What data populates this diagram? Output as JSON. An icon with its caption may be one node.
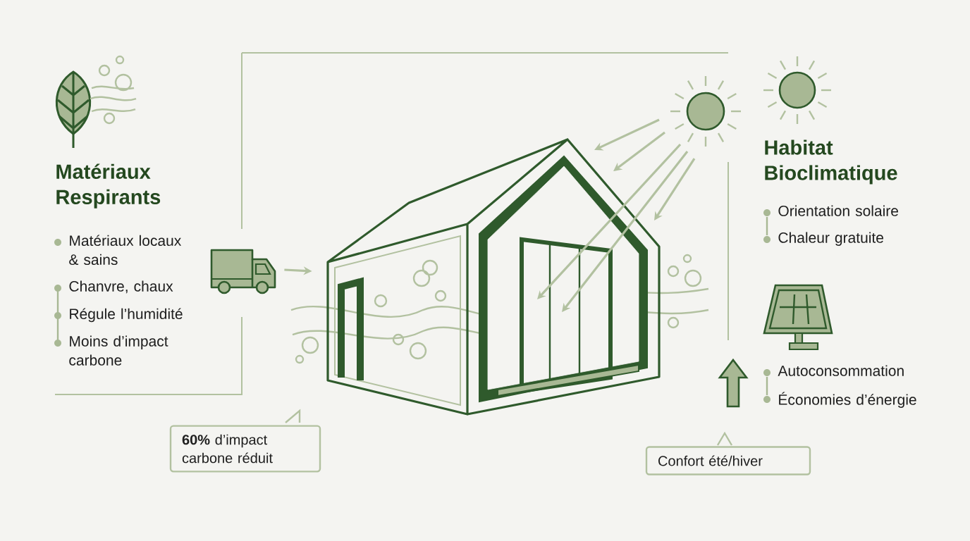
{
  "diagram": {
    "nodes": [
      {
        "text": [],
        "shape": "picture"
      },
      {
        "text": [],
        "shape": "picture"
      },
      {
        "text": [],
        "shape": "circle"
      },
      {
        "text": [
          "**60%** d’impact carbone réduit"
        ]
      },
      {
        "text": [
          "Confort été/hiver"
        ]
      }
    ],
    "edges": [
      {
        "from": 0,
        "to": 1,
        "arrow": "to"
      },
      {
        "from": 2,
        "to": 1,
        "arrow": "to"
      },
      {
        "from": 2,
        "to": 1,
        "arrow": "to"
      },
      {
        "from": 2,
        "to": 1,
        "arrow": "to"
      },
      {
        "from": 2,
        "to": 1,
        "arrow": "to"
      },
      {
        "from": 2,
        "to": 1,
        "arrow": "to"
      }
    ],
    "labels": [
      "Matériaux Respirants",
      "Matériaux locaux & sains",
      "Chanvre, chaux",
      "Régule l’humidité",
      "Moins d’impact carbone",
      "Habitat Bioclimatique",
      "Orientation solaire",
      "Chaleur gratuite",
      "Autoconsommation",
      "Économies d’énergie"
    ]
  }
}
